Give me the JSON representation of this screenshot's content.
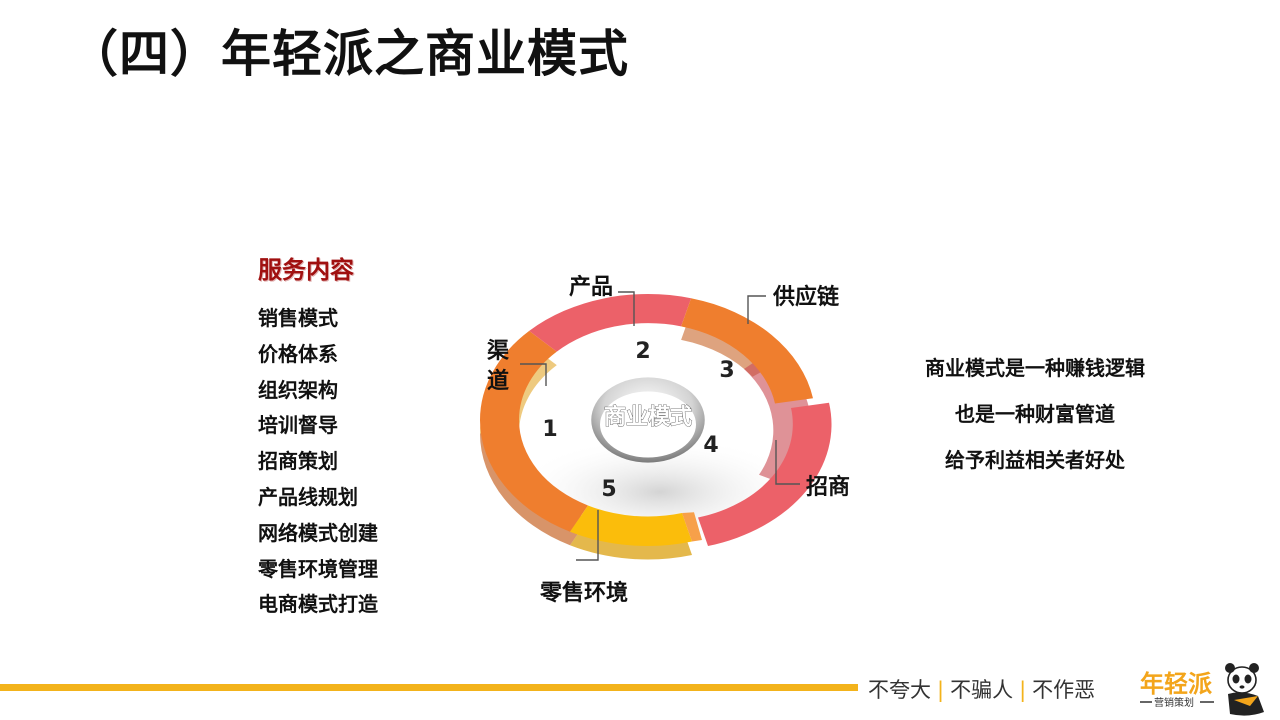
{
  "title": "（四）年轻派之商业模式",
  "services": {
    "heading": "服务内容",
    "items": [
      "销售模式",
      "价格体系",
      "组织架构",
      "培训督导",
      "招商策划",
      "产品线规划",
      "网络模式创建",
      "零售环境管理",
      "电商模式打造"
    ]
  },
  "diagram": {
    "center_label": "商业模式",
    "segments": [
      {
        "number": "1",
        "label": "渠道",
        "color": "#ef7e2e"
      },
      {
        "number": "2",
        "label": "产品",
        "color": "#ec6169"
      },
      {
        "number": "3",
        "label": "供应链",
        "color": "#ef7e2e"
      },
      {
        "number": "4",
        "label": "招商",
        "color": "#ec6169"
      },
      {
        "number": "5",
        "label": "零售环境",
        "color": "#fbbd0b"
      }
    ]
  },
  "slogan": [
    "商业模式是一种赚钱逻辑",
    "也是一种财富管道",
    "给予利益相关者好处"
  ],
  "footer": {
    "motto": [
      "不夸大",
      "不骗人",
      "不作恶"
    ],
    "accent_color": "#f3b31b",
    "logo_text": "年轻派",
    "logo_subtext": "营销策划"
  }
}
